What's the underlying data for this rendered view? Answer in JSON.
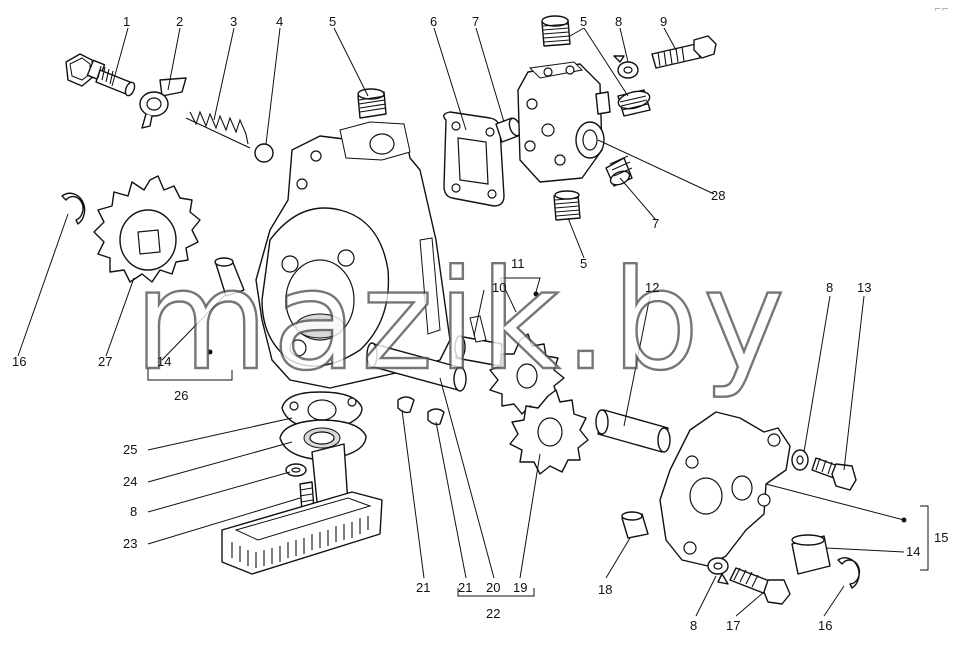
{
  "watermark": "mazik.by",
  "corner_mark": "⌐⌐",
  "callouts": {
    "c1": "1",
    "c2": "2",
    "c3": "3",
    "c4": "4",
    "c5a": "5",
    "c5b": "5",
    "c5c": "5",
    "c6": "6",
    "c7a": "7",
    "c7b": "7",
    "c8a": "8",
    "c8b": "8",
    "c8c": "8",
    "c8d": "8",
    "c9": "9",
    "c10": "10",
    "c11": "11",
    "c12": "12",
    "c13": "13",
    "c14a": "14",
    "c14b": "14",
    "c15": "15",
    "c16a": "16",
    "c16b": "16",
    "c17": "17",
    "c18": "18",
    "c19": "19",
    "c20": "20",
    "c21a": "21",
    "c21b": "21",
    "c22": "22",
    "c23": "23",
    "c24": "24",
    "c25": "25",
    "c26": "26",
    "c27": "27",
    "c28": "28"
  }
}
